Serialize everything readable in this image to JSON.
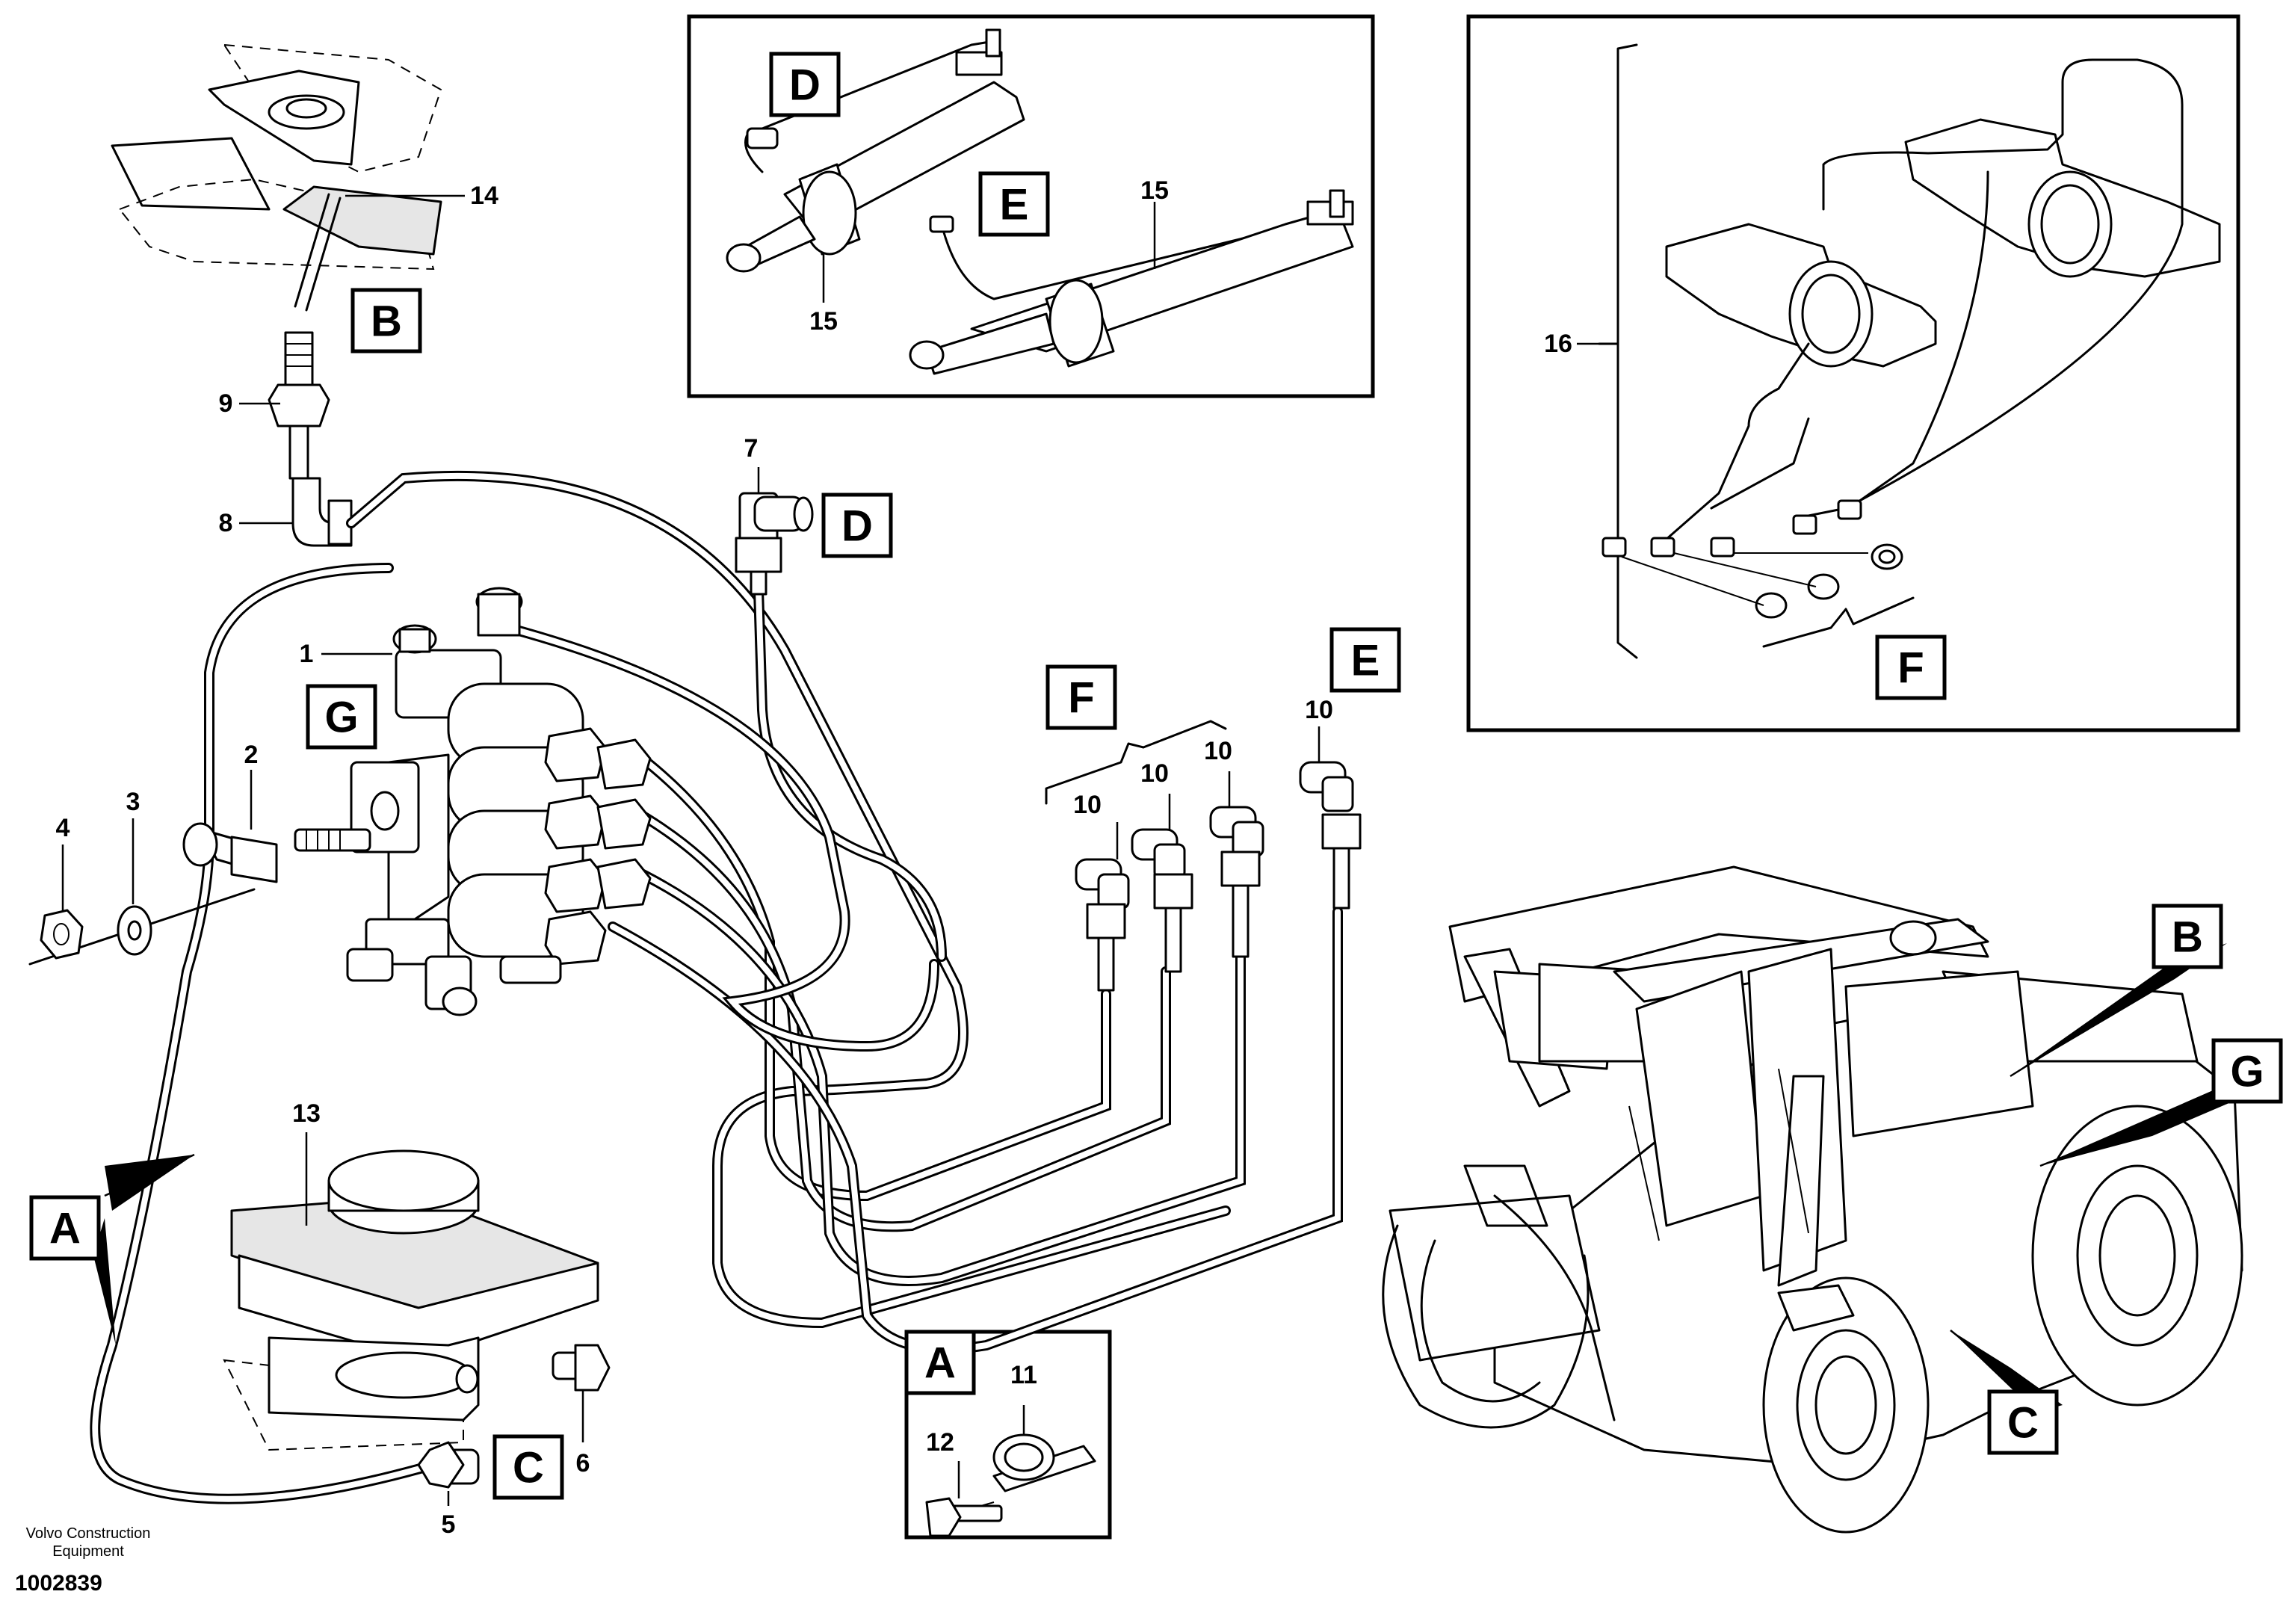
{
  "diagram": {
    "letter_labels": {
      "B_top": "B",
      "G_valve": "G",
      "A_left": "A",
      "C_bottom": "C",
      "D_inset": "D",
      "E_inset": "E",
      "D_mid": "D",
      "F_mid": "F",
      "E_mid": "E",
      "F_inset": "F",
      "A_inset": "A",
      "B_machine": "B",
      "G_machine": "G",
      "C_machine": "C"
    },
    "part_numbers": {
      "p1": "1",
      "p2": "2",
      "p3": "3",
      "p4": "4",
      "p5": "5",
      "p6": "6",
      "p7": "7",
      "p8": "8",
      "p9": "9",
      "p10_a": "10",
      "p10_b": "10",
      "p10_c": "10",
      "p10_d": "10",
      "p11": "11",
      "p12": "12",
      "p13": "13",
      "p14": "14",
      "p15_a": "15",
      "p15_b": "15",
      "p16": "16"
    },
    "footer": {
      "brand_line1": "Volvo Construction",
      "brand_line2": "Equipment",
      "figure_id": "1002839"
    }
  }
}
